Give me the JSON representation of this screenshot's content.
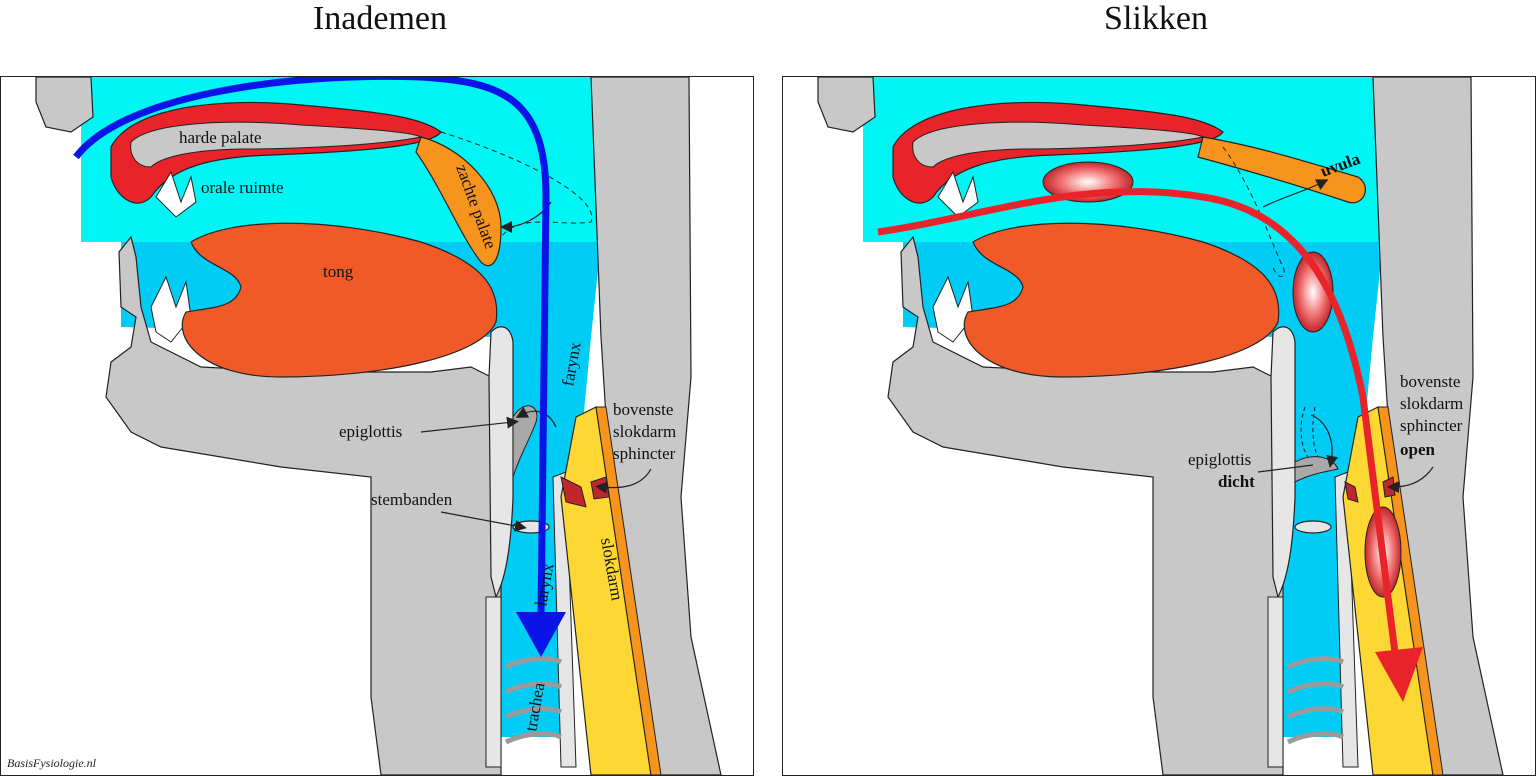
{
  "titles": {
    "left": "Inademen",
    "right": "Slikken"
  },
  "labels": {
    "harde_palate": "harde palate",
    "zachte_palate": "zachte palate",
    "orale_ruimte": "orale ruimte",
    "tong": "tong",
    "farynx": "farynx",
    "epiglottis": "epiglottis",
    "stembanden": "stembanden",
    "larynx": "larynx",
    "trachea": "trachea",
    "slokdarm": "slokdarm",
    "sphincter_line1": "bovenste",
    "sphincter_line2": "slokdarm",
    "sphincter_line3": "sphincter",
    "uvula": "uvula",
    "dicht": "dicht",
    "open": "open"
  },
  "credit": "BasisFysiologie.nl",
  "colors": {
    "air_upper": "#00f5f5",
    "air_lower": "#00ccf5",
    "tissue": "#c8c8c8",
    "palate": "#e8242a",
    "soft_palate": "#f7941d",
    "tongue": "#f05a28",
    "esophagus": "#fdd835",
    "breath_arrow": "#0a14e6",
    "swallow_arrow": "#e8242a"
  }
}
